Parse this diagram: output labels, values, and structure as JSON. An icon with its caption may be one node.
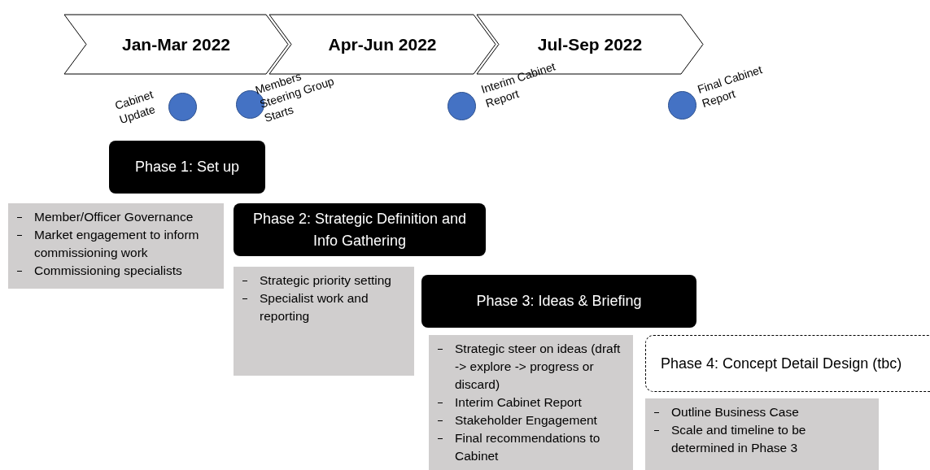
{
  "diagram": {
    "nodes": [
      {
        "text": [
          "Jan-Mar 2022"
        ]
      },
      {
        "text": [
          "Apr-Jun 2022"
        ]
      },
      {
        "text": [
          "Jul-Sep 2022"
        ]
      },
      {
        "text": [],
        "shape": "circle",
        "beside": [
          "Cabinet Update"
        ]
      },
      {
        "text": [],
        "shape": "circle",
        "beside": [
          "Members Steering Group Starts"
        ]
      },
      {
        "text": [],
        "shape": "circle",
        "beside": [
          "Interim Cabinet Report"
        ]
      },
      {
        "text": [],
        "shape": "circle",
        "beside": [
          "Final Cabinet Report"
        ]
      },
      {
        "text": [
          "Phase 1: Set up"
        ]
      },
      {
        "text": [
          "Member/Officer Governance",
          "Market engagement to inform commissioning work",
          "Commissioning specialists"
        ]
      },
      {
        "text": [
          "Phase 2: Strategic Definition and Info Gathering"
        ]
      },
      {
        "text": [
          "Strategic priority setting",
          "Specialist work and reporting"
        ]
      },
      {
        "text": [
          "Phase 3: Ideas & Briefing"
        ]
      },
      {
        "text": [
          "Strategic steer on ideas (draft -> explore -> progress or discard)",
          "Interim Cabinet Report",
          "Stakeholder Engagement",
          "Final recommendations to Cabinet"
        ]
      },
      {
        "text": [
          "Phase 4: Concept Detail Design (tbc)"
        ]
      },
      {
        "text": [
          "Outline Business Case",
          "Scale and timeline to be determined in Phase 3"
        ]
      }
    ],
    "edges": []
  }
}
